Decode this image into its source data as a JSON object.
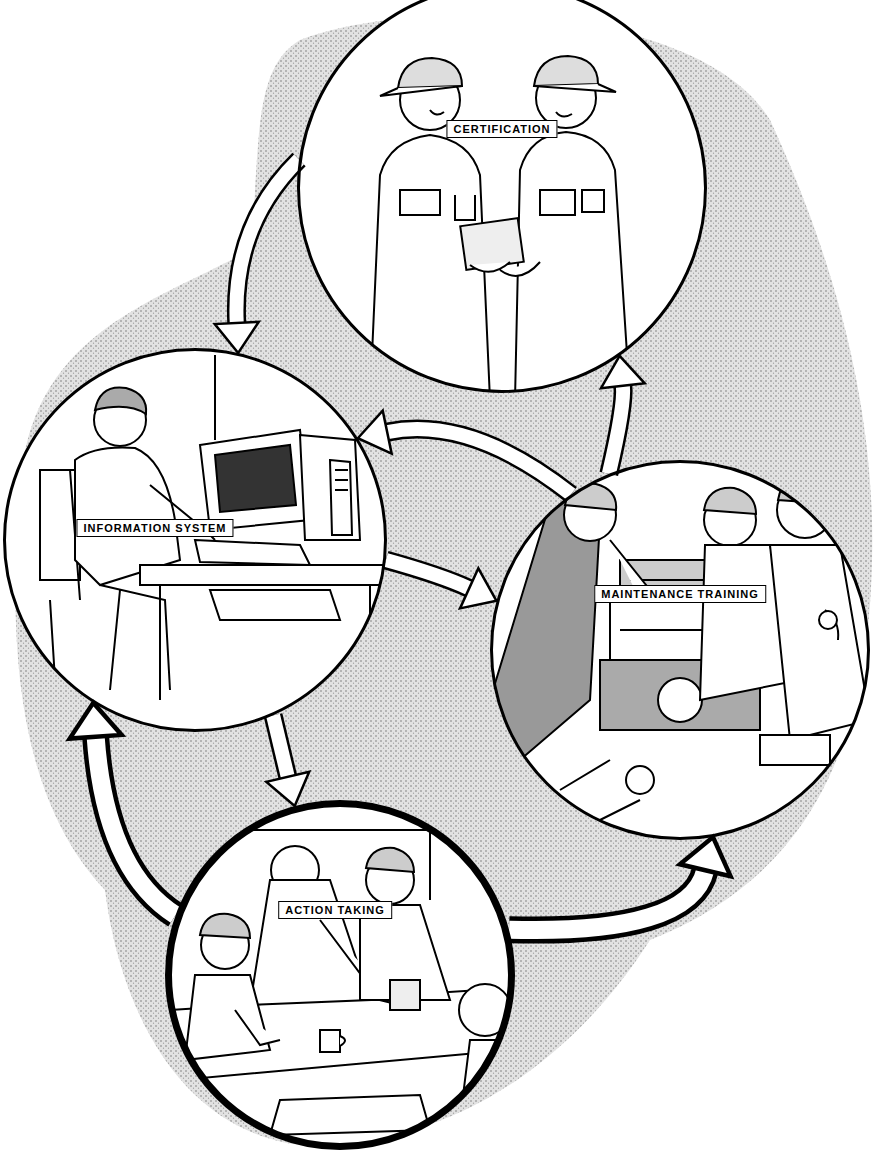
{
  "diagram": {
    "nodes": [
      {
        "text": [
          "CERTIFICATION"
        ]
      },
      {
        "text": [
          "INFORMATION SYSTEM"
        ]
      },
      {
        "text": [
          "MAINTENANCE TRAINING"
        ]
      },
      {
        "text": [
          "ACTION TAKING"
        ]
      }
    ],
    "edges": [
      {
        "from": 0,
        "to": 1,
        "arrow": "to"
      },
      {
        "from": 2,
        "to": 0,
        "arrow": "to"
      },
      {
        "from": 2,
        "to": 1,
        "arrow": "to"
      },
      {
        "from": 1,
        "to": 2,
        "arrow": "to"
      },
      {
        "from": 1,
        "to": 3,
        "arrow": "to"
      },
      {
        "from": 3,
        "to": 1,
        "arrow": "to"
      },
      {
        "from": 3,
        "to": 2,
        "arrow": "to"
      }
    ]
  }
}
